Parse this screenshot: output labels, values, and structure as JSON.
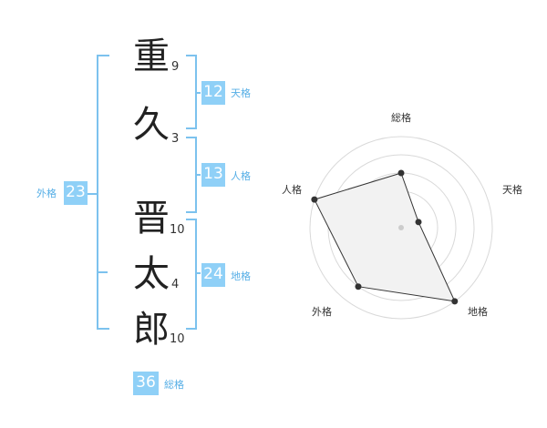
{
  "name": {
    "chars": [
      {
        "char": "重",
        "strokes": "9"
      },
      {
        "char": "久",
        "strokes": "3"
      },
      {
        "char": "晋",
        "strokes": "10"
      },
      {
        "char": "太",
        "strokes": "4"
      },
      {
        "char": "郎",
        "strokes": "10"
      }
    ]
  },
  "fortunes": {
    "ten": {
      "value": "12",
      "label": "天格"
    },
    "jin": {
      "value": "13",
      "label": "人格"
    },
    "chi": {
      "value": "24",
      "label": "地格"
    },
    "gai": {
      "value": "23",
      "label": "外格"
    },
    "sou": {
      "value": "36",
      "label": "総格"
    }
  },
  "chart_data": {
    "type": "radar",
    "axes": [
      "総格",
      "天格",
      "地格",
      "外格",
      "人格"
    ],
    "values": [
      3,
      1,
      5,
      4,
      5
    ],
    "max": 5,
    "rings": 5,
    "colors": {
      "fill": "#f2f2f2",
      "stroke": "#333333",
      "grid": "#d9d9d9"
    }
  }
}
